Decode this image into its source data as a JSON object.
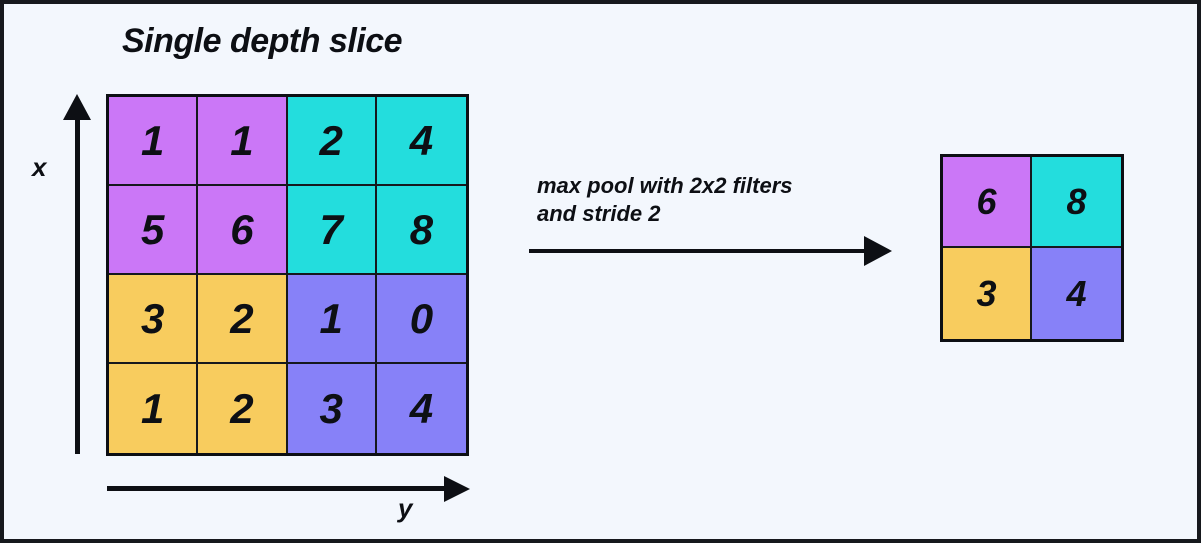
{
  "figure": {
    "title": "Single depth slice",
    "background_color": "#f3f7fd",
    "border_color": "#16181d",
    "ink_color": "#0d0f14"
  },
  "axes": {
    "vertical_label": "x",
    "horizontal_label": "y",
    "vertical_arrow_icon": "arrow-up-icon",
    "horizontal_arrow_icon": "arrow-right-icon"
  },
  "transform": {
    "line1": "max pool with 2x2 filters",
    "line2": "and stride 2",
    "arrow_icon": "arrow-right-icon"
  },
  "palette": {
    "magenta": "#cb77f7",
    "cyan": "#23dddd",
    "yellow": "#f8cc5e",
    "periwinkle": "#8781f8"
  },
  "input_grid": {
    "rows": 4,
    "cols": 4,
    "cells": [
      {
        "value": "1",
        "color": "#cb77f7"
      },
      {
        "value": "1",
        "color": "#cb77f7"
      },
      {
        "value": "2",
        "color": "#23dddd"
      },
      {
        "value": "4",
        "color": "#23dddd"
      },
      {
        "value": "5",
        "color": "#cb77f7"
      },
      {
        "value": "6",
        "color": "#cb77f7"
      },
      {
        "value": "7",
        "color": "#23dddd"
      },
      {
        "value": "8",
        "color": "#23dddd"
      },
      {
        "value": "3",
        "color": "#f8cc5e"
      },
      {
        "value": "2",
        "color": "#f8cc5e"
      },
      {
        "value": "1",
        "color": "#8781f8"
      },
      {
        "value": "0",
        "color": "#8781f8"
      },
      {
        "value": "1",
        "color": "#f8cc5e"
      },
      {
        "value": "2",
        "color": "#f8cc5e"
      },
      {
        "value": "3",
        "color": "#8781f8"
      },
      {
        "value": "4",
        "color": "#8781f8"
      }
    ]
  },
  "output_grid": {
    "rows": 2,
    "cols": 2,
    "cells": [
      {
        "value": "6",
        "color": "#cb77f7"
      },
      {
        "value": "8",
        "color": "#23dddd"
      },
      {
        "value": "3",
        "color": "#f8cc5e"
      },
      {
        "value": "4",
        "color": "#8781f8"
      }
    ]
  }
}
